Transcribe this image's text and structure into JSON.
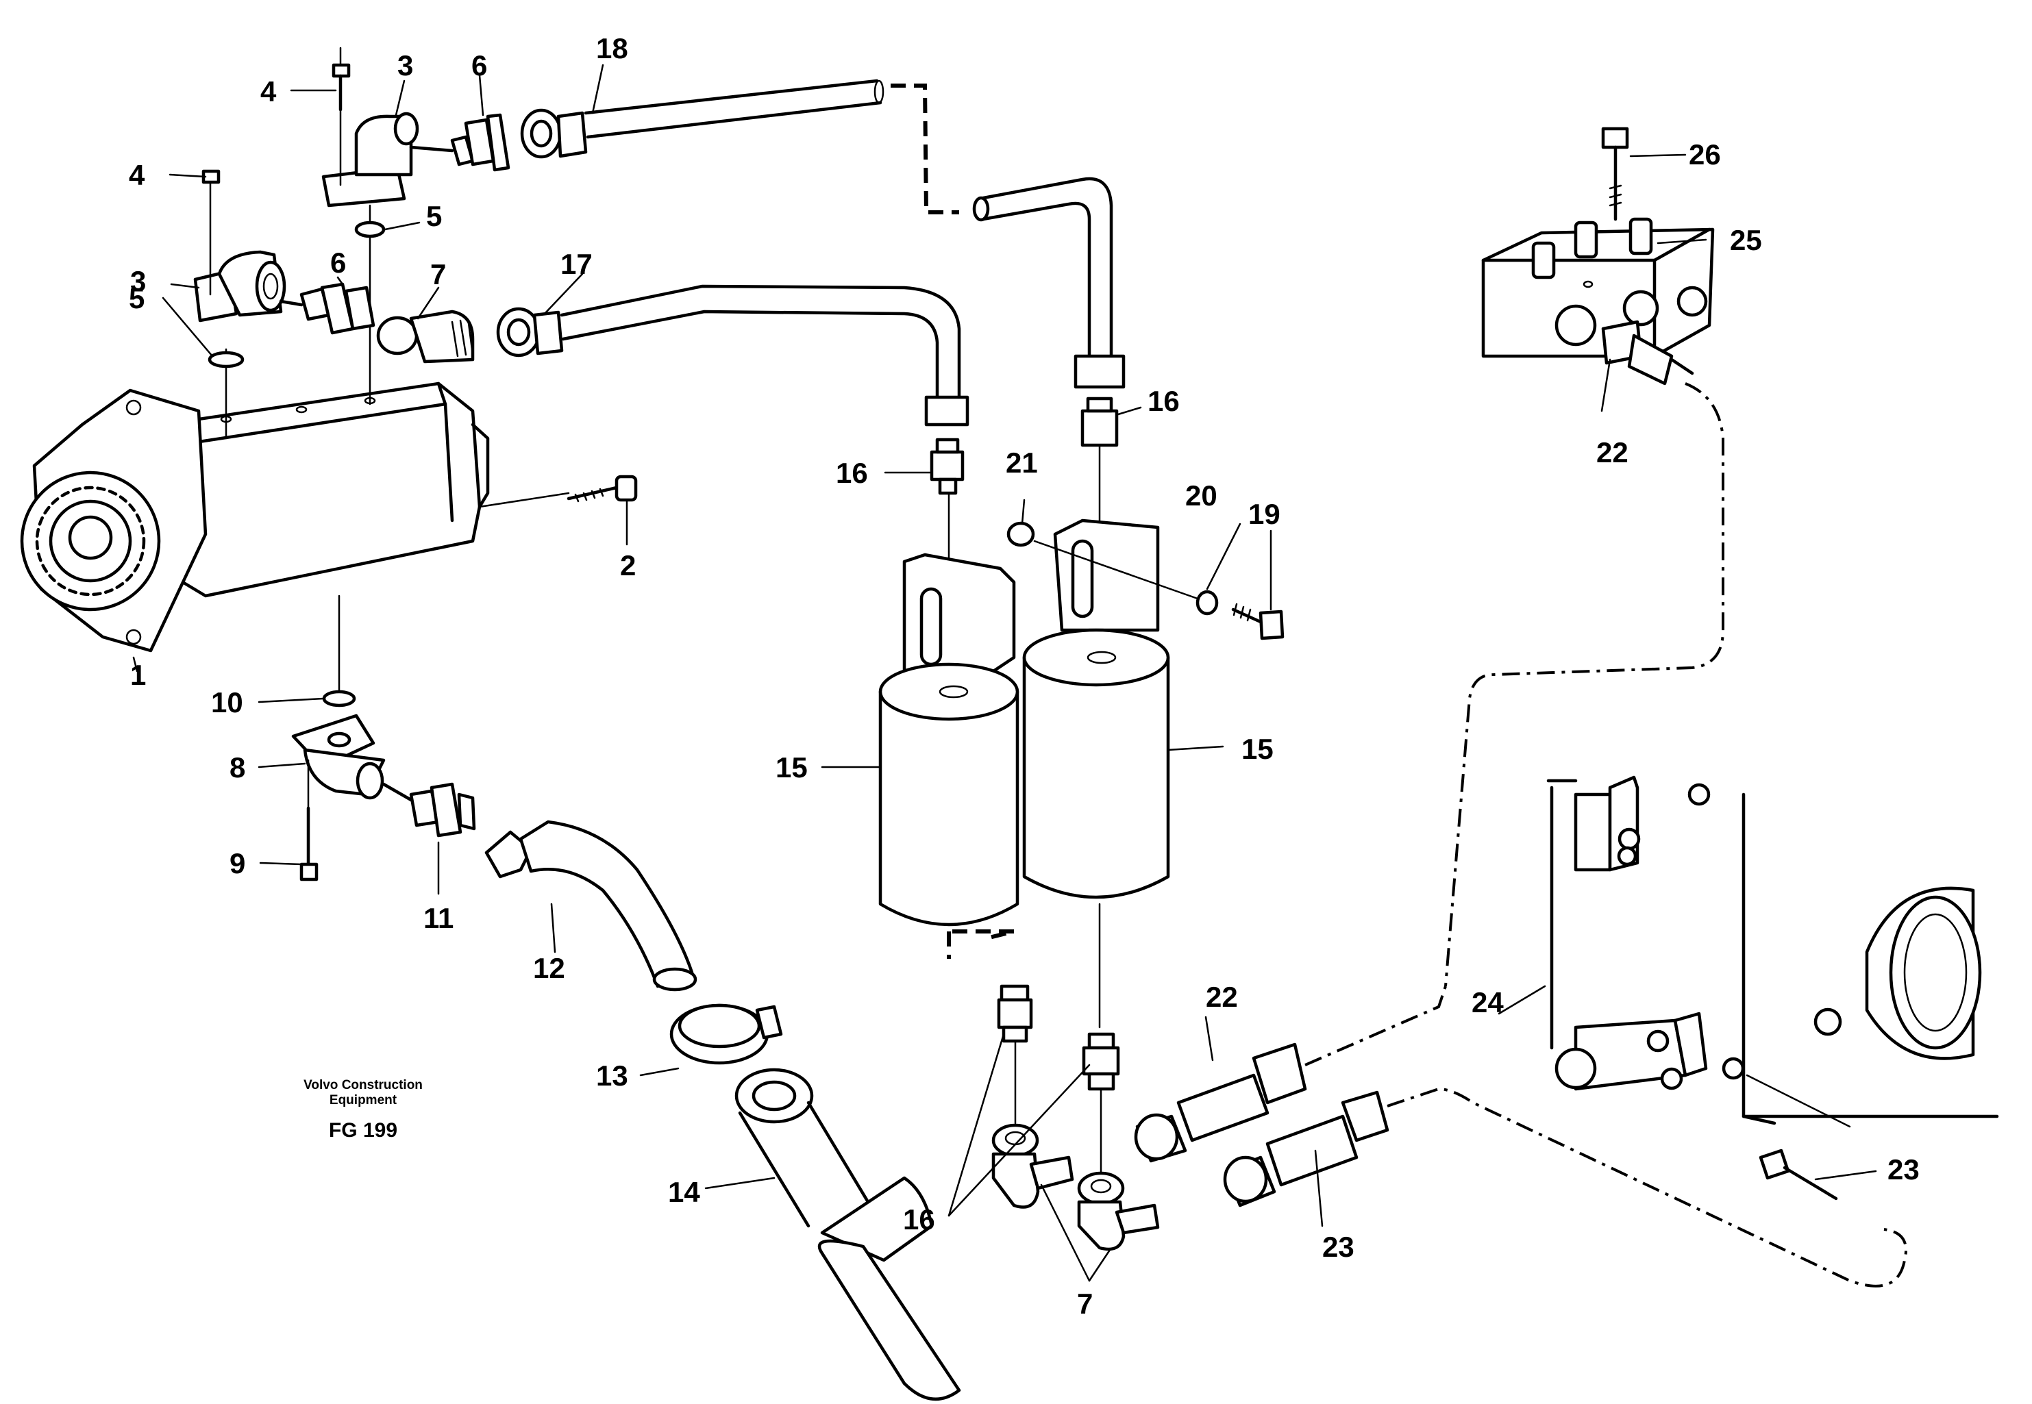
{
  "caption": {
    "company_line1": "Volvo Construction",
    "company_line2": "Equipment",
    "figure_code": "FG 199"
  },
  "callouts": [
    "1",
    "2",
    "3",
    "3",
    "4",
    "4",
    "5",
    "5",
    "6",
    "6",
    "7",
    "7",
    "8",
    "9",
    "10",
    "11",
    "12",
    "13",
    "14",
    "15",
    "15",
    "16",
    "16",
    "16",
    "17",
    "18",
    "19",
    "20",
    "21",
    "22",
    "22",
    "23",
    "23",
    "24",
    "25",
    "26"
  ]
}
